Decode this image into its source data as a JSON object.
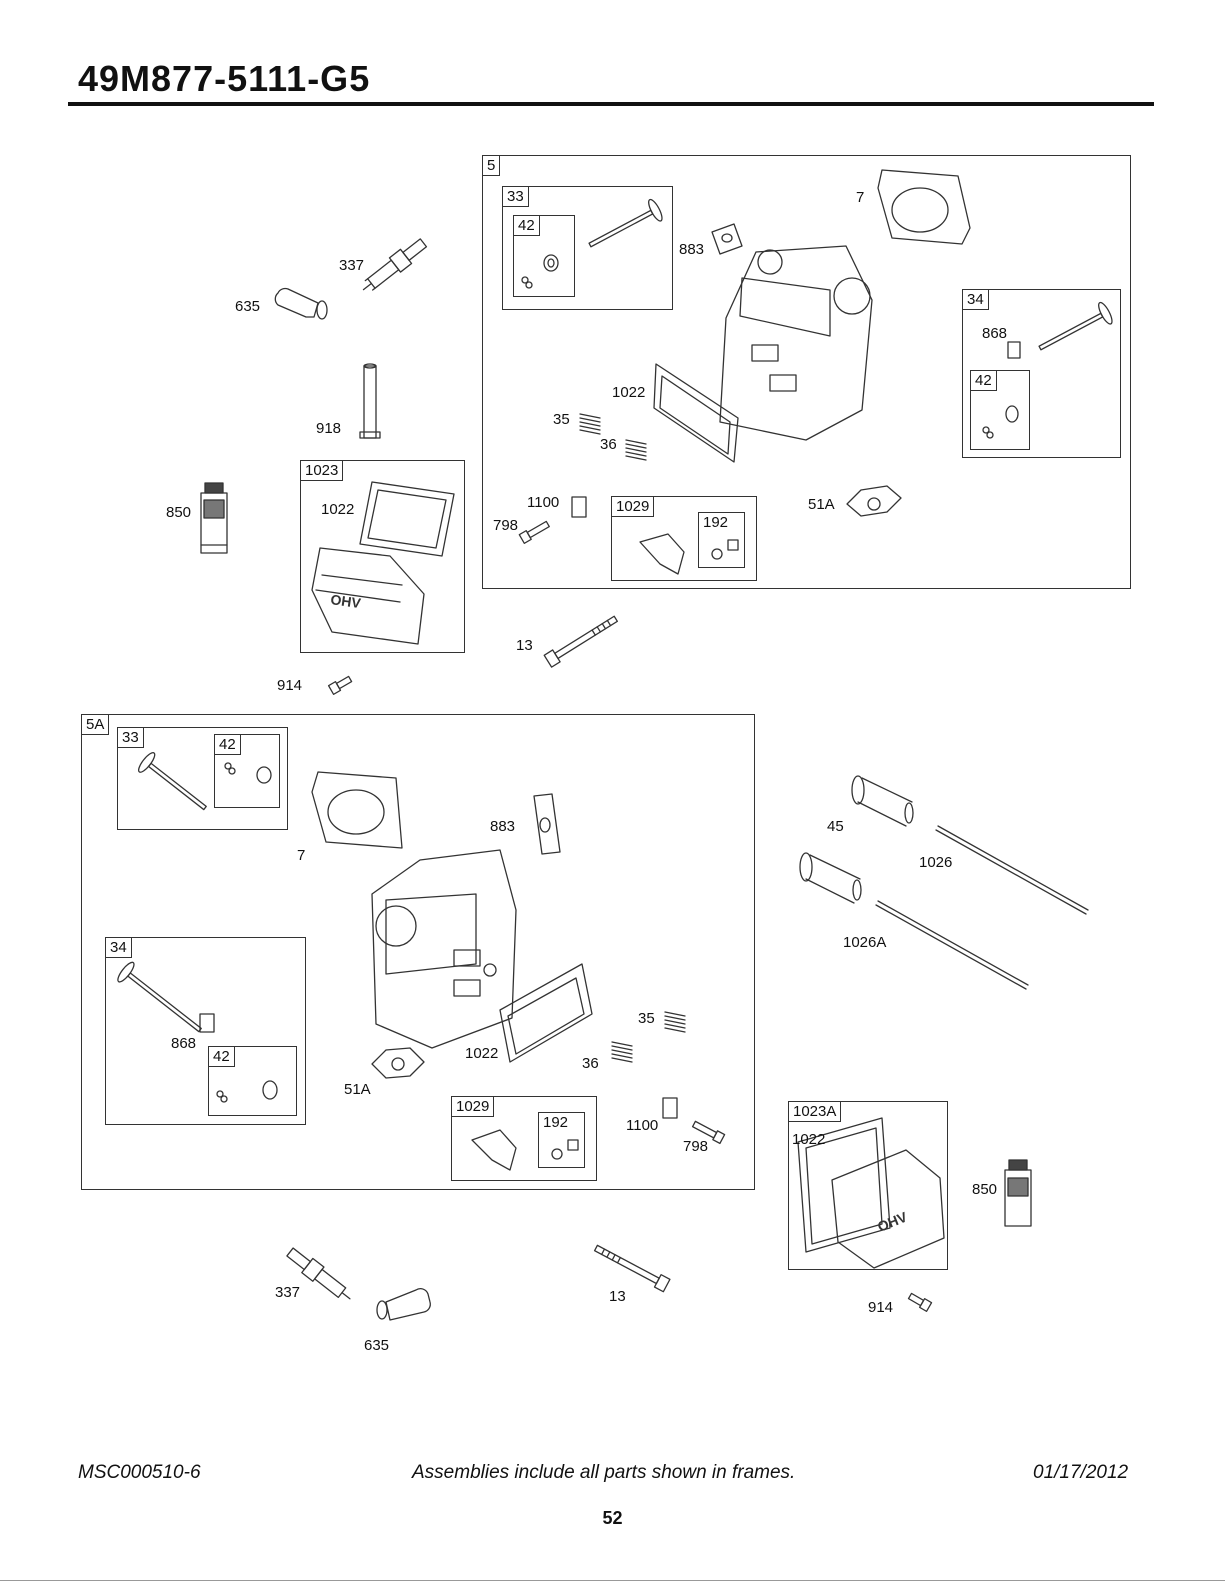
{
  "header": {
    "title": "49M877-5111-G5"
  },
  "frames": {
    "f5": "5",
    "f5_33": "33",
    "f5_33_42": "42",
    "f5_34": "34",
    "f5_34_42": "42",
    "f5_1029": "1029",
    "f5_192": "192",
    "f1023": "1023",
    "f5A": "5A",
    "f5A_33": "33",
    "f5A_33_42": "42",
    "f5A_34": "34",
    "f5A_34_42": "42",
    "f5A_1029": "1029",
    "f5A_192": "192",
    "f1023A": "1023A"
  },
  "labels": {
    "l337a": "337",
    "l635a": "635",
    "l918": "918",
    "l850a": "850",
    "l1022a": "1022",
    "l914a": "914",
    "l13a": "13",
    "l883a": "883",
    "l7a": "7",
    "l868a": "868",
    "l1022b": "1022",
    "l35a": "35",
    "l36a": "36",
    "l1100a": "1100",
    "l798a": "798",
    "l51Aa": "51A",
    "l883b": "883",
    "l7b": "7",
    "l868b": "868",
    "l1022c": "1022",
    "l51Ab": "51A",
    "l35b": "35",
    "l36b": "36",
    "l1100b": "1100",
    "l798b": "798",
    "l45": "45",
    "l1026": "1026",
    "l1026A": "1026A",
    "l1022d": "1022",
    "l850b": "850",
    "l914b": "914",
    "l337b": "337",
    "l635b": "635",
    "l13b": "13"
  },
  "footer": {
    "code": "MSC000510-6",
    "note": "Assemblies include all parts shown in frames.",
    "date": "01/17/2012",
    "page": "52"
  }
}
